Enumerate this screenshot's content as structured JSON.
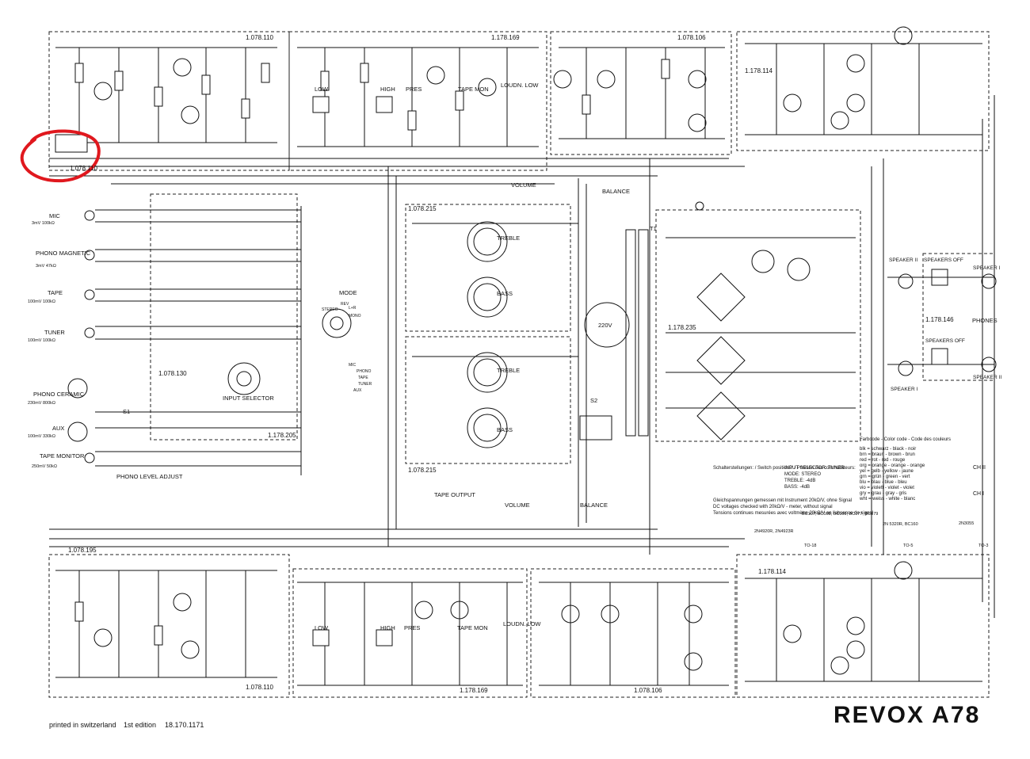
{
  "boards": {
    "b1078110": "1.078.110",
    "b1178169": "1.178.169",
    "b1078106": "1.078.106",
    "b1178114": "1.178.114",
    "b1078215": "1.078.215",
    "b1078130": "1.078.130",
    "b1178205": "1.178.205",
    "b1078195": "1.078.195",
    "b1178235": "1.178.235",
    "b1178146": "1.178.146"
  },
  "inputs": [
    {
      "name": "MIC",
      "spec": "3mV 100kΩ"
    },
    {
      "name": "PHONO MAGNETIC",
      "spec": "3mV 47kΩ"
    },
    {
      "name": "TAPE",
      "spec": "100mV 100kΩ"
    },
    {
      "name": "TUNER",
      "spec": "100mV 100kΩ"
    },
    {
      "name": "PHONO CERAMIC",
      "spec": "230mV 800kΩ"
    },
    {
      "name": "AUX",
      "spec": "100mV 330kΩ"
    },
    {
      "name": "TAPE MONITOR",
      "spec": "250mV 50kΩ"
    }
  ],
  "controls": {
    "low": "LOW",
    "high": "HIGH",
    "pres": "PRES",
    "tape_mon": "TAPE MON",
    "loudn_low": "LOUDN. LOW",
    "volume": "VOLUME",
    "balance": "BALANCE",
    "treble": "TREBLE",
    "bass": "BASS",
    "mode": "MODE",
    "input_selector": "INPUT SELECTOR",
    "phono_level": "PHONO LEVEL ADJUST",
    "tape_output": "TAPE OUTPUT",
    "s1": "S1",
    "s2": "S2",
    "mains": "220V",
    "t1": "T1",
    "phones": "PHONES",
    "spk1": "SPEAKER I",
    "spk2": "SPEAKER II",
    "spk_off": "SPEAKERS OFF"
  },
  "mode_positions": [
    "STEREO",
    "MONO",
    "REV",
    "L+R"
  ],
  "selector_positions": [
    "MIC",
    "PHONO",
    "TAPE",
    "TUNER",
    "AUX"
  ],
  "switch_positions": {
    "heading": "Schalterstellungen: / Switch positions: / Position des commutateurs:",
    "lines": [
      "INPUT SELECTOR: TUNER",
      "MODE: STEREO",
      "TREBLE: -4dB",
      "BASS: -4dB"
    ]
  },
  "dc_note": [
    "Gleichspannungen gemessen mit Instrument 20kΩ/V, ohne Signal",
    "DC voltages checked with 20kΩ/V - meter, without signal",
    "Tensions continues mesurées avec voltmètre 20kΩ/V en l'absence de signal"
  ],
  "color_code": {
    "title": "Farbcode - Color code - Code des couleurs",
    "rows": [
      "blk = schwarz - black - noir",
      "brn = braun - brown - brun",
      "red = rot - red - rouge",
      "org = orange - orange - orange",
      "yel = gelb - yellow - jaune",
      "grn = grün - green - vert",
      "blu = blau - blue - bleu",
      "vio = violett - violet - violet",
      "gry = grau - gray - gris",
      "wht = weiss - white - blanc"
    ],
    "ch2": "CH II",
    "ch1": "CH I"
  },
  "transistor_notes": [
    "BC107, BC108, BC109, BC177, BC179",
    "2N4920R, 2N4923R",
    "2N3055",
    "2N 5320R, BC160",
    "TO-18",
    "TO-5",
    "TO-3"
  ],
  "footer": {
    "printed": "printed in switzerland",
    "edition": "1st edition",
    "docnum": "18.170.1171"
  },
  "brand": "REVOX A78",
  "annotation_color": "#e0181e"
}
